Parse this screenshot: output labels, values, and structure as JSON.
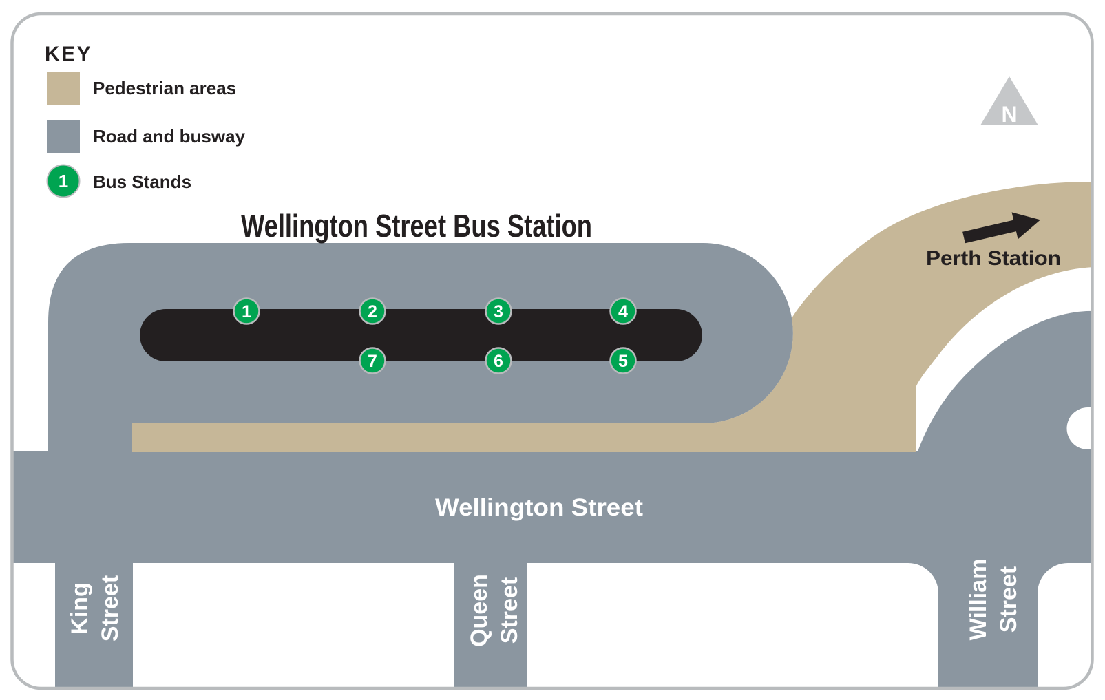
{
  "legend": {
    "title": "KEY",
    "items": [
      {
        "label": "Pedestrian areas",
        "swatch": "pedestrian-swatch"
      },
      {
        "label": "Road and busway",
        "swatch": "road-swatch"
      },
      {
        "label": "Bus Stands",
        "marker": "1"
      }
    ]
  },
  "station": {
    "title": "Wellington Street Bus Station",
    "stands": [
      "1",
      "2",
      "3",
      "4",
      "5",
      "6",
      "7"
    ]
  },
  "streets": {
    "wellington": "Wellington Street",
    "king": {
      "line1": "King",
      "line2": "Street"
    },
    "queen": {
      "line1": "Queen",
      "line2": "Street"
    },
    "william": {
      "line1": "William",
      "line2": "Street"
    }
  },
  "landmarks": {
    "perth_station": "Perth Station",
    "north": "N"
  },
  "colors": {
    "pedestrian": "#C6B798",
    "road": "#8B96A0",
    "bus_stand": "#00A451",
    "platform": "#231F20",
    "border": "#B8BBBD",
    "north_triangle": "#C5C7C9",
    "text": "#231F20"
  }
}
